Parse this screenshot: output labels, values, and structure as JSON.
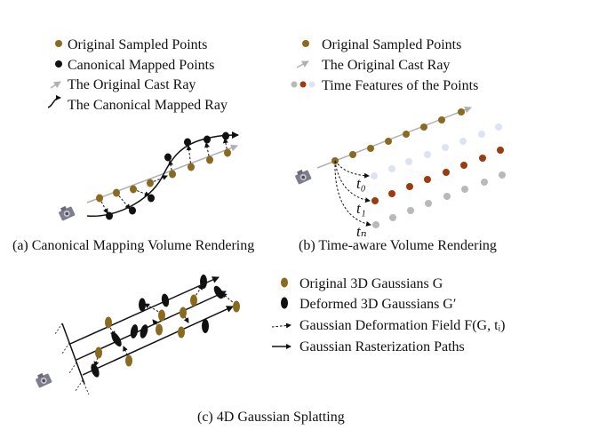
{
  "colors": {
    "gold": "#8a6a1f",
    "black": "#111111",
    "ray_gray": "#b0b0b0",
    "feature_light_blue": "#dde3f3",
    "feature_red": "#9c3a12",
    "feature_gray": "#b9b9b9",
    "arrow": "#111111"
  },
  "legend_a": {
    "original_sampled_points": "Original Sampled Points",
    "canonical_mapped_points": "Canonical Mapped Points",
    "original_cast_ray": "The Original Cast Ray",
    "canonical_mapped_ray": "The Canonical Mapped Ray"
  },
  "legend_b": {
    "original_sampled_points": "Original Sampled Points",
    "original_cast_ray": "The Original Cast Ray",
    "time_features": "Time Features of the Points"
  },
  "legend_c": {
    "original_3d_gaussians": "Original 3D Gaussians G",
    "deformed_3d_gaussians": "Deformed 3D Gaussians G′",
    "deformation_field": "Gaussian Deformation Field F(G, tᵢ)",
    "rasterization_paths": "Gaussian Rasterization Paths"
  },
  "time_labels": {
    "t0": "t₀",
    "t1": "t₁",
    "tn": "tₙ"
  },
  "captions": {
    "a": "(a) Canonical Mapping Volume Rendering",
    "b": "(b) Time-aware Volume Rendering",
    "c": "(c) 4D Gaussian Splatting"
  },
  "icons": {
    "camera": "camera-icon"
  }
}
